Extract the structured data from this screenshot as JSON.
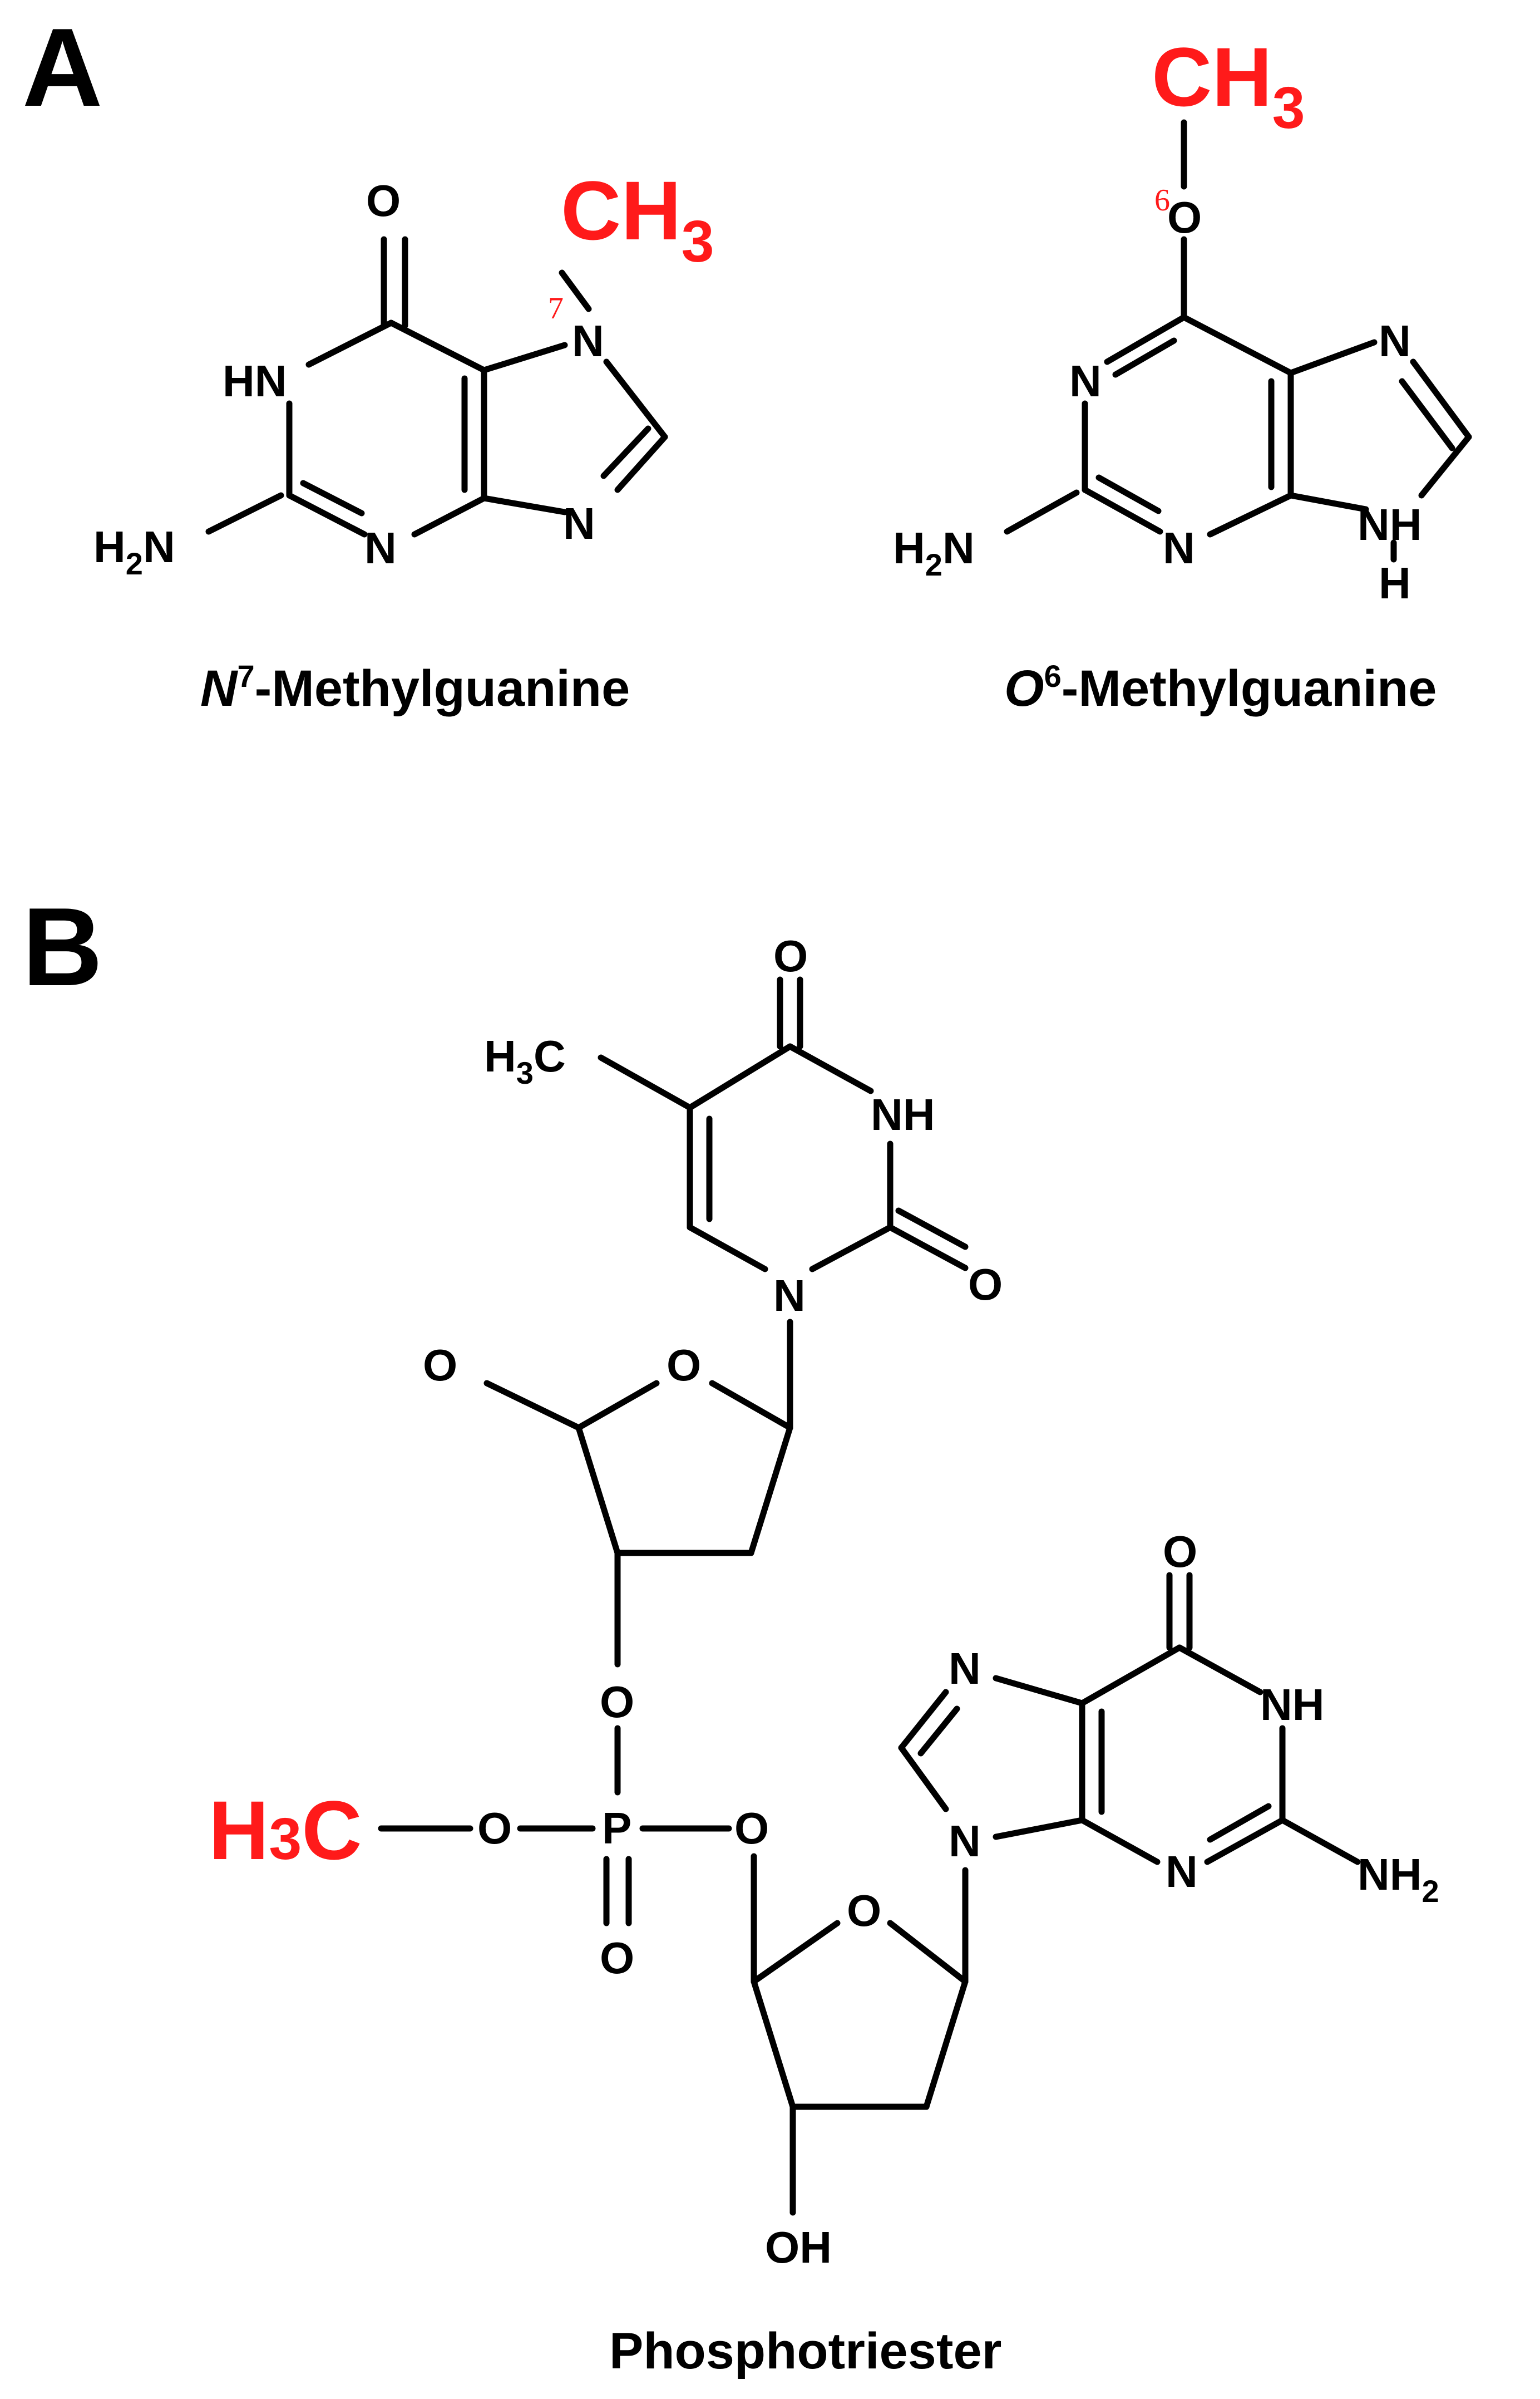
{
  "panels": {
    "a_label": "A",
    "b_label": "B"
  },
  "molecules": {
    "n7": {
      "caption_prefix": "N",
      "caption_sup": "7",
      "caption_suffix": "-Methylguanine",
      "methyl_main": "CH",
      "methyl_sub": "3",
      "position": "7"
    },
    "o6": {
      "caption_prefix": "O",
      "caption_sup": "6",
      "caption_suffix": "-Methylguanine",
      "methyl_main": "CH",
      "methyl_sub": "3",
      "position": "6"
    },
    "phosphotriester": {
      "caption": "Phosphotriester",
      "methyl_main": "H",
      "methyl_sub": "3",
      "methyl_tail": "C"
    }
  },
  "atoms": {
    "O": "O",
    "N": "N",
    "HN": "HN",
    "NH": "NH",
    "H": "H",
    "OH": "OH",
    "P": "P",
    "H2N_main": "H",
    "H2N_sub": "2",
    "H2N_tail": "N",
    "NH2_main": "NH",
    "NH2_sub": "2",
    "H3C_main": "H",
    "H3C_sub": "3",
    "H3C_tail": "C"
  },
  "colors": {
    "highlight": "#ff1a1a",
    "ink": "#000000"
  }
}
